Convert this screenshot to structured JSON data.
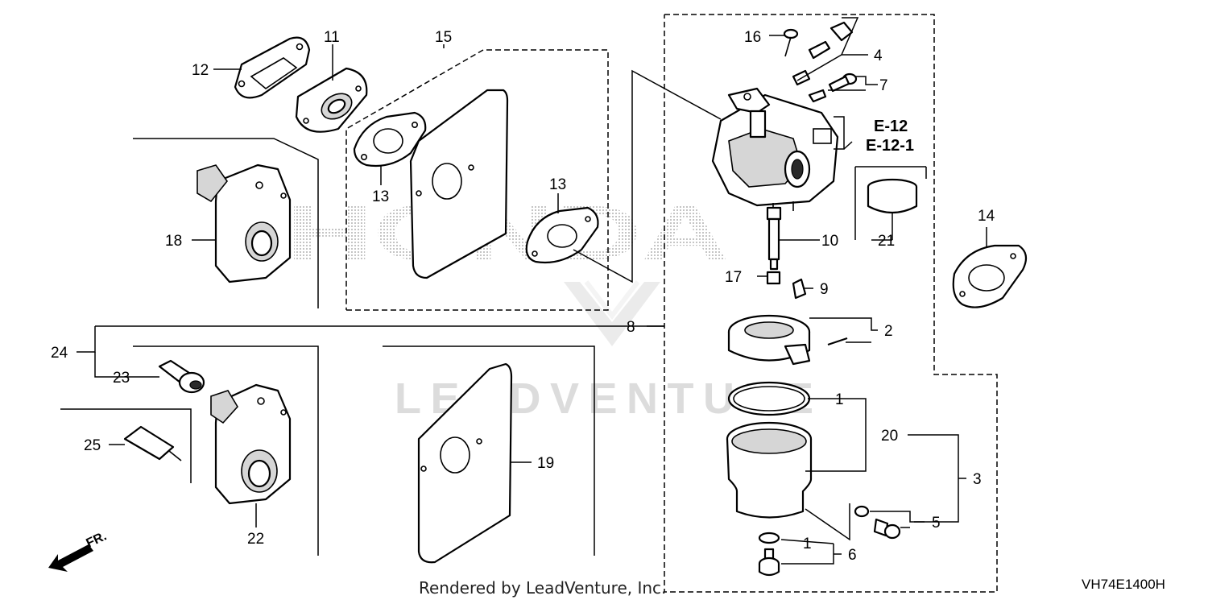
{
  "diagram_code": "VH74E1400H",
  "footer_text": "Rendered by LeadVenture, Inc.",
  "watermark": {
    "brand": "HONDA",
    "company": "LEADVENTURE"
  },
  "front_marker": "FR.",
  "references": [
    "E-12",
    "E-12-1"
  ],
  "callouts": {
    "c1a": "1",
    "c1b": "1",
    "c2": "2",
    "c3": "3",
    "c4": "4",
    "c5": "5",
    "c6": "6",
    "c7": "7",
    "c8": "8",
    "c9": "9",
    "c10": "10",
    "c11": "11",
    "c12": "12",
    "c13a": "13",
    "c13b": "13",
    "c14": "14",
    "c15": "15",
    "c16": "16",
    "c17": "17",
    "c18": "18",
    "c19": "19",
    "c20": "20",
    "c21": "21",
    "c22": "22",
    "c23": "23",
    "c24": "24",
    "c25": "25"
  }
}
